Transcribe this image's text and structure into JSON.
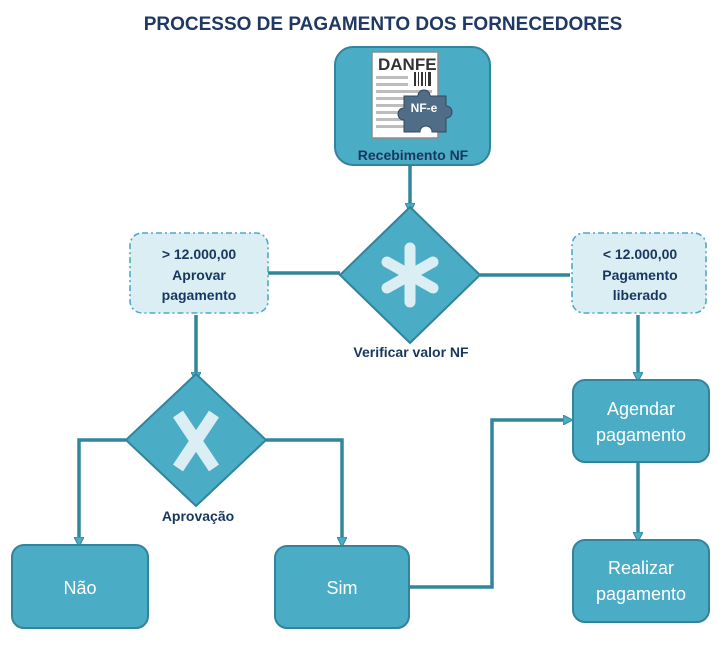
{
  "title": "PROCESSO DE PAGAMENTO DOS FORNECEDORES",
  "colors": {
    "box_fill": "#4bacc6",
    "box_stroke": "#31849b",
    "connector": "#31859c",
    "note_fill": "#dbeef4",
    "note_stroke": "#4bacc6",
    "text_dark": "#17375e",
    "text_light": "#ffffff",
    "symbol": "#daeef3"
  },
  "nodes": {
    "receipt": {
      "label": "Recebimento NF",
      "icon": "danfe-nfe-document-icon",
      "doc_title": "DANFE",
      "badge": "NF-e"
    },
    "verify": {
      "label": "Verificar valor NF",
      "symbol": "*"
    },
    "note_high": {
      "line1": "> 12.000,00",
      "line2": "Aprovar",
      "line3": "pagamento"
    },
    "note_low": {
      "line1": "< 12.000,00",
      "line2": "Pagamento",
      "line3": "liberado"
    },
    "approval": {
      "label": "Aprovação",
      "symbol": "X"
    },
    "no": {
      "label": "Não"
    },
    "yes": {
      "label": "Sim"
    },
    "schedule": {
      "line1": "Agendar",
      "line2": "pagamento"
    },
    "execute": {
      "line1": "Realizar",
      "line2": "pagamento"
    }
  }
}
